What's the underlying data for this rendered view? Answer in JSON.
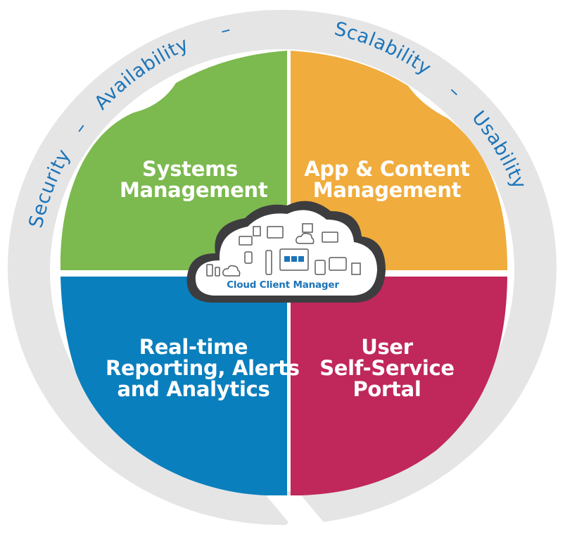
{
  "ring": {
    "labels": {
      "security": "Security",
      "availability": "Availability",
      "scalability": "Scalability",
      "usability": "Usability"
    },
    "separator": "–"
  },
  "quadrants": {
    "top_left": {
      "line1": "Systems",
      "line2": "Management"
    },
    "top_right": {
      "line1": "App & Content",
      "line2": "Management"
    },
    "bottom_left": {
      "line1": "Real-time",
      "line2": "Reporting, Alerts",
      "line3": "and Analytics"
    },
    "bottom_right": {
      "line1": "User",
      "line2": "Self-Service",
      "line3": "Portal"
    }
  },
  "center": {
    "caption": "Cloud Client Manager"
  },
  "colors": {
    "ring": "#e5e5e6",
    "ring_text": "#1c74b8",
    "green": "#7cb94f",
    "orange": "#f0ac3c",
    "blue": "#0a7fbd",
    "crimson": "#c0275a",
    "cloud_border": "#3d3d3f",
    "cloud_fill": "#ffffff"
  }
}
